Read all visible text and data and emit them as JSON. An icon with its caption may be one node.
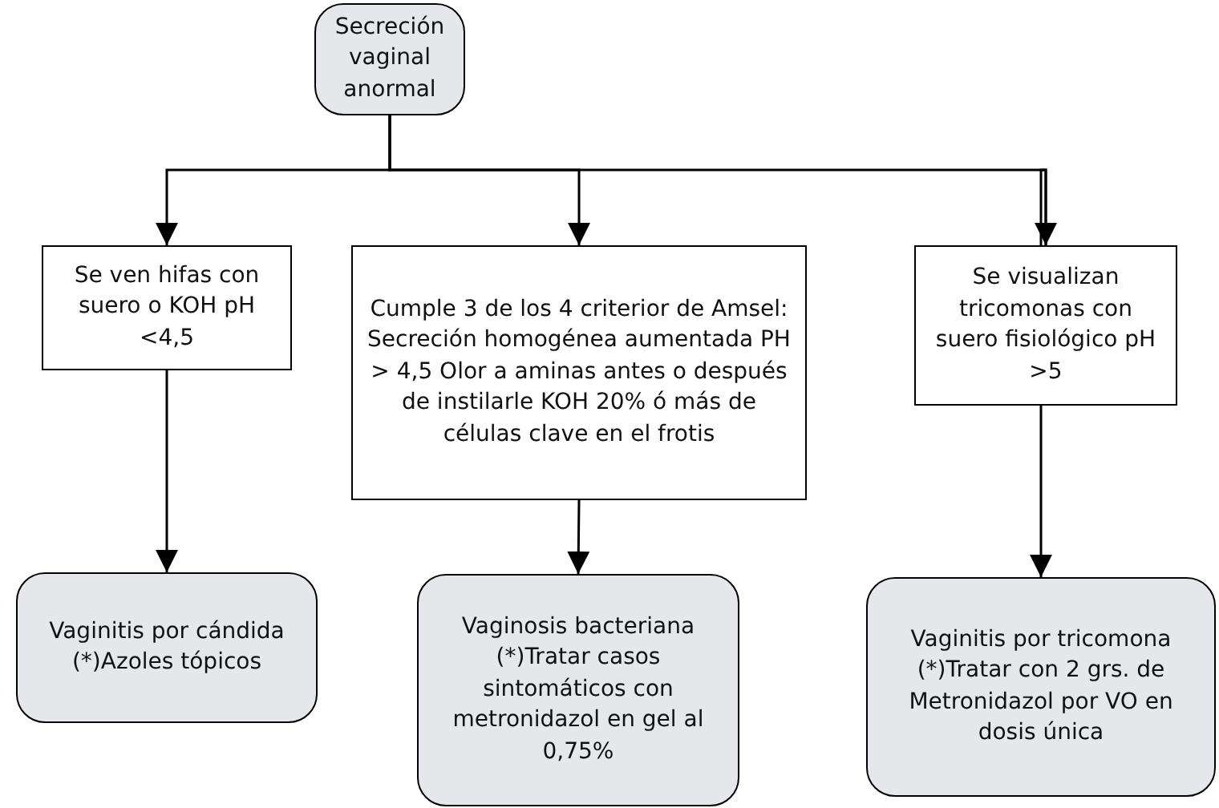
{
  "diagram": {
    "nodes": [
      {
        "text": [
          "Secreción vaginal anormal"
        ]
      },
      {
        "text": [
          "Se ven hifas con suero o KOH pH <4,5"
        ]
      },
      {
        "text": [
          "Cumple 3 de los 4 criterior de Amsel: Secreción homogénea aumentada PH > 4,5 Olor a aminas antes o después de instilarle KOH 20% ó más de células clave en el frotis"
        ]
      },
      {
        "text": [
          "Se visualizan tricomonas con suero fisiológico pH >5"
        ]
      },
      {
        "text": [
          "Vaginitis por cándida (*)Azoles tópicos"
        ]
      },
      {
        "text": [
          "Vaginosis bacteriana (*)Tratar casos sintomáticos con metronidazol en gel al 0,75%"
        ]
      },
      {
        "text": [
          "Vaginitis por tricomona (*)Tratar con 2 grs. de Metronidazol por VO en dosis única"
        ]
      }
    ],
    "edges": [
      {
        "from": 0,
        "to": 1,
        "arrow": "to"
      },
      {
        "from": 0,
        "to": 2,
        "arrow": "to"
      },
      {
        "from": 0,
        "to": 3,
        "arrow": "to"
      },
      {
        "from": 1,
        "to": 4,
        "arrow": "to"
      },
      {
        "from": 2,
        "to": 5,
        "arrow": "to"
      },
      {
        "from": 3,
        "to": 6,
        "arrow": "to"
      }
    ]
  }
}
